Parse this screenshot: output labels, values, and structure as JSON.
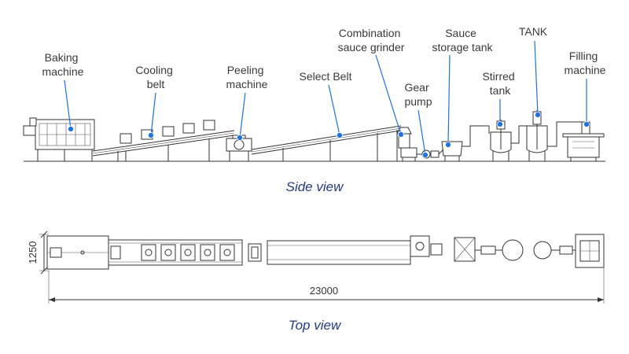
{
  "labels": {
    "baking": [
      "Baking",
      "machine"
    ],
    "cooling": [
      "Cooling",
      "belt"
    ],
    "peeling": [
      "Peeling",
      "machine"
    ],
    "select": [
      "Select Belt"
    ],
    "grinder": [
      "Combination",
      "sauce grinder"
    ],
    "gear": [
      "Gear",
      "pump"
    ],
    "sauce_tank": [
      "Sauce",
      "storage tank"
    ],
    "stirred": [
      "Stirred",
      "tank"
    ],
    "tank": [
      "TANK"
    ],
    "filling": [
      "Filling",
      "machine"
    ]
  },
  "views": {
    "side": "Side view",
    "top": "Top view"
  },
  "dimensions": {
    "width": "1250",
    "length": "23000"
  },
  "colors": {
    "leader": "#1a73e8",
    "view_title": "#1f3a8a",
    "line": "#333333"
  }
}
